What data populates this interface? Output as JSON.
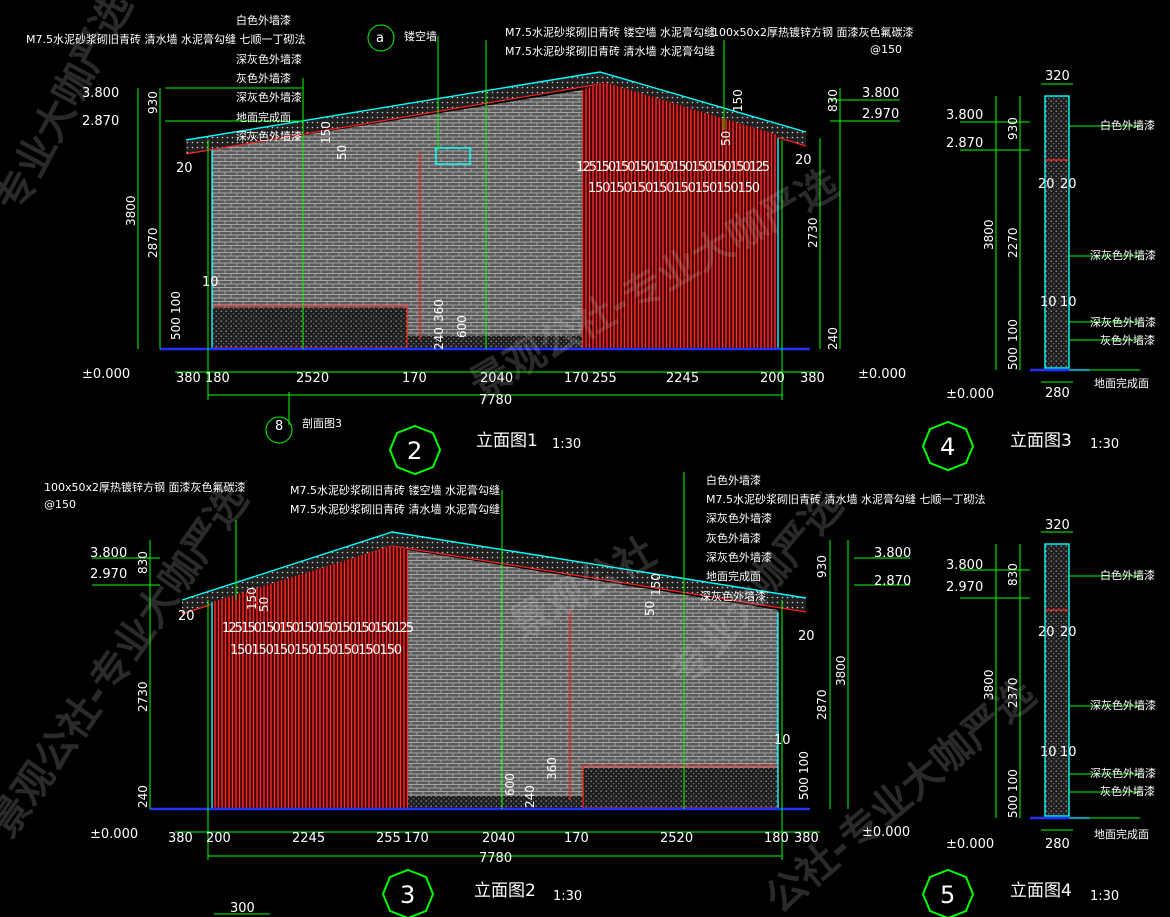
{
  "colors": {
    "background": "#000000",
    "dimension": "#00ff00",
    "outline": "#00ffff",
    "brick": "#ff2020",
    "ground": "#2030ff",
    "text": "#ffffff"
  },
  "views": {
    "e1": {
      "title": "立面图1",
      "scale": "1:30",
      "number": "2",
      "levels": {
        "top_l": "3.800",
        "mid_l": "2.870",
        "base_l": "±0.000",
        "top_r": "3.800",
        "mid_r": "2.970",
        "base_r": "±0.000"
      },
      "notes_left": [
        "白色外墙漆",
        "M7.5水泥砂浆砌旧青砖 清水墙 水泥膏勾缝 七顺一丁砌法",
        "深灰色外墙漆",
        "灰色外墙漆",
        "深灰色外墙漆",
        "地面完成面",
        "深灰色外墙漆"
      ],
      "notes_top": [
        "M7.5水泥砂浆砌旧青砖 镂空墙 水泥膏勾缝",
        "M7.5水泥砂浆砌旧青砖 清水墙 水泥膏勾缝"
      ],
      "note_steel": "100x50x2厚热镀锌方钢 面漆灰色氟碳漆",
      "note_at": "@150",
      "note_hollow": "镂空墙",
      "callout_a": "a",
      "callout_sec": "8",
      "callout_sec_label": "剖面图3",
      "bottom_dims": [
        "380",
        "180",
        "2520",
        "170",
        "2040",
        "170",
        "255",
        "2245",
        "200",
        "380"
      ],
      "total": "7780",
      "left_v": [
        "930",
        "3800",
        "2870",
        "100",
        "500"
      ],
      "right_v": [
        "830",
        "2730",
        "240"
      ],
      "inner": [
        "360",
        "600",
        "240"
      ],
      "small": [
        "20",
        "20",
        "10",
        "150",
        "50",
        "50",
        "150"
      ],
      "fins_top": "125150150150150150150150150125",
      "fins_bot": "150150150150150150150150"
    },
    "e2": {
      "title": "立面图2",
      "scale": "1:30",
      "number": "3",
      "levels": {
        "top_l": "3.800",
        "mid_l": "2.970",
        "base_l": "±0.000",
        "top_r": "3.800",
        "mid_r": "2.870",
        "base_r": "±0.000"
      },
      "notes_right": [
        "白色外墙漆",
        "M7.5水泥砂浆砌旧青砖 清水墙 水泥膏勾缝 七顺一丁砌法",
        "深灰色外墙漆",
        "灰色外墙漆",
        "深灰色外墙漆",
        "地面完成面",
        "深灰色外墙漆"
      ],
      "notes_top": [
        "M7.5水泥砂浆砌旧青砖 镂空墙 水泥膏勾缝",
        "M7.5水泥砂浆砌旧青砖 清水墙 水泥膏勾缝"
      ],
      "note_steel": "100x50x2厚热镀锌方钢 面漆灰色氟碳漆",
      "note_at": "@150",
      "bottom_dims": [
        "380",
        "200",
        "2245",
        "255",
        "170",
        "2040",
        "170",
        "2520",
        "180",
        "380"
      ],
      "total": "7780",
      "left_v": [
        "830",
        "2730",
        "240"
      ],
      "right_v": [
        "930",
        "3800",
        "2870",
        "100",
        "500"
      ],
      "inner": [
        "600",
        "360",
        "240"
      ],
      "small": [
        "20",
        "20",
        "10",
        "150",
        "50",
        "50",
        "150"
      ],
      "fins_top": "125150150150150150150150150125",
      "fins_bot": "150150150150150150150150",
      "partial_dim": "300"
    },
    "e3": {
      "title": "立面图3",
      "scale": "1:30",
      "number": "4",
      "levels": {
        "top": "3.800",
        "mid": "2.870",
        "base": "±0.000"
      },
      "top_dim": "320",
      "bot_dim": "280",
      "v": [
        "930",
        "3800",
        "2270",
        "500",
        "100"
      ],
      "pair1": [
        "20",
        "20"
      ],
      "pair2": [
        "10",
        "10"
      ],
      "notes": [
        "白色外墙漆",
        "深灰色外墙漆",
        "深灰色外墙漆",
        "灰色外墙漆",
        "地面完成面"
      ]
    },
    "e4": {
      "title": "立面图4",
      "scale": "1:30",
      "number": "5",
      "levels": {
        "top": "3.800",
        "mid": "2.970",
        "base": "±0.000"
      },
      "top_dim": "320",
      "bot_dim": "280",
      "v": [
        "830",
        "3800",
        "2370",
        "500",
        "100"
      ],
      "pair1": [
        "20",
        "20"
      ],
      "pair2": [
        "10",
        "10"
      ],
      "notes": [
        "白色外墙漆",
        "深灰色外墙漆",
        "深灰色外墙漆",
        "灰色外墙漆",
        "地面完成面"
      ]
    }
  },
  "watermarks": [
    "专业大咖严选",
    "景观公社-专业大咖严选",
    "景观公社",
    "专业大咖严选",
    "景观公社-专业大咖严选",
    "公社-专业大咖严选"
  ]
}
